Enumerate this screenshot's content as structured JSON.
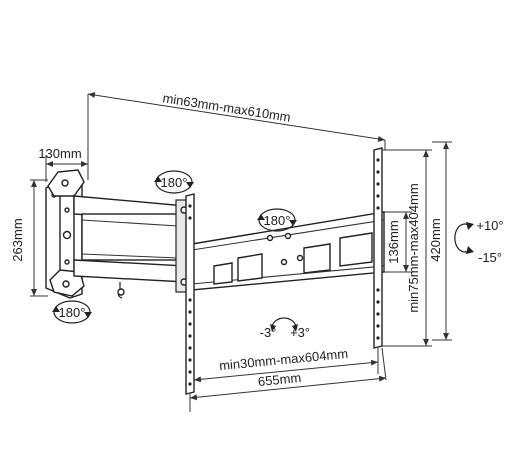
{
  "dimensions": {
    "arm_extension": "min63mm-max610mm",
    "wall_plate_depth": "130mm",
    "wall_plate_height": "263mm",
    "vesa_horizontal": "min30mm-max604mm",
    "total_width": "655mm",
    "vesa_vertical": "min75mm-max404mm",
    "total_height": "420mm",
    "center_offset": "136mm"
  },
  "rotations": {
    "top_left": "180°",
    "center": "180°",
    "bottom_left": "180°",
    "level_minus": "-3°",
    "level_plus": "+3°",
    "tilt_up": "+10°",
    "tilt_down": "-15°"
  }
}
